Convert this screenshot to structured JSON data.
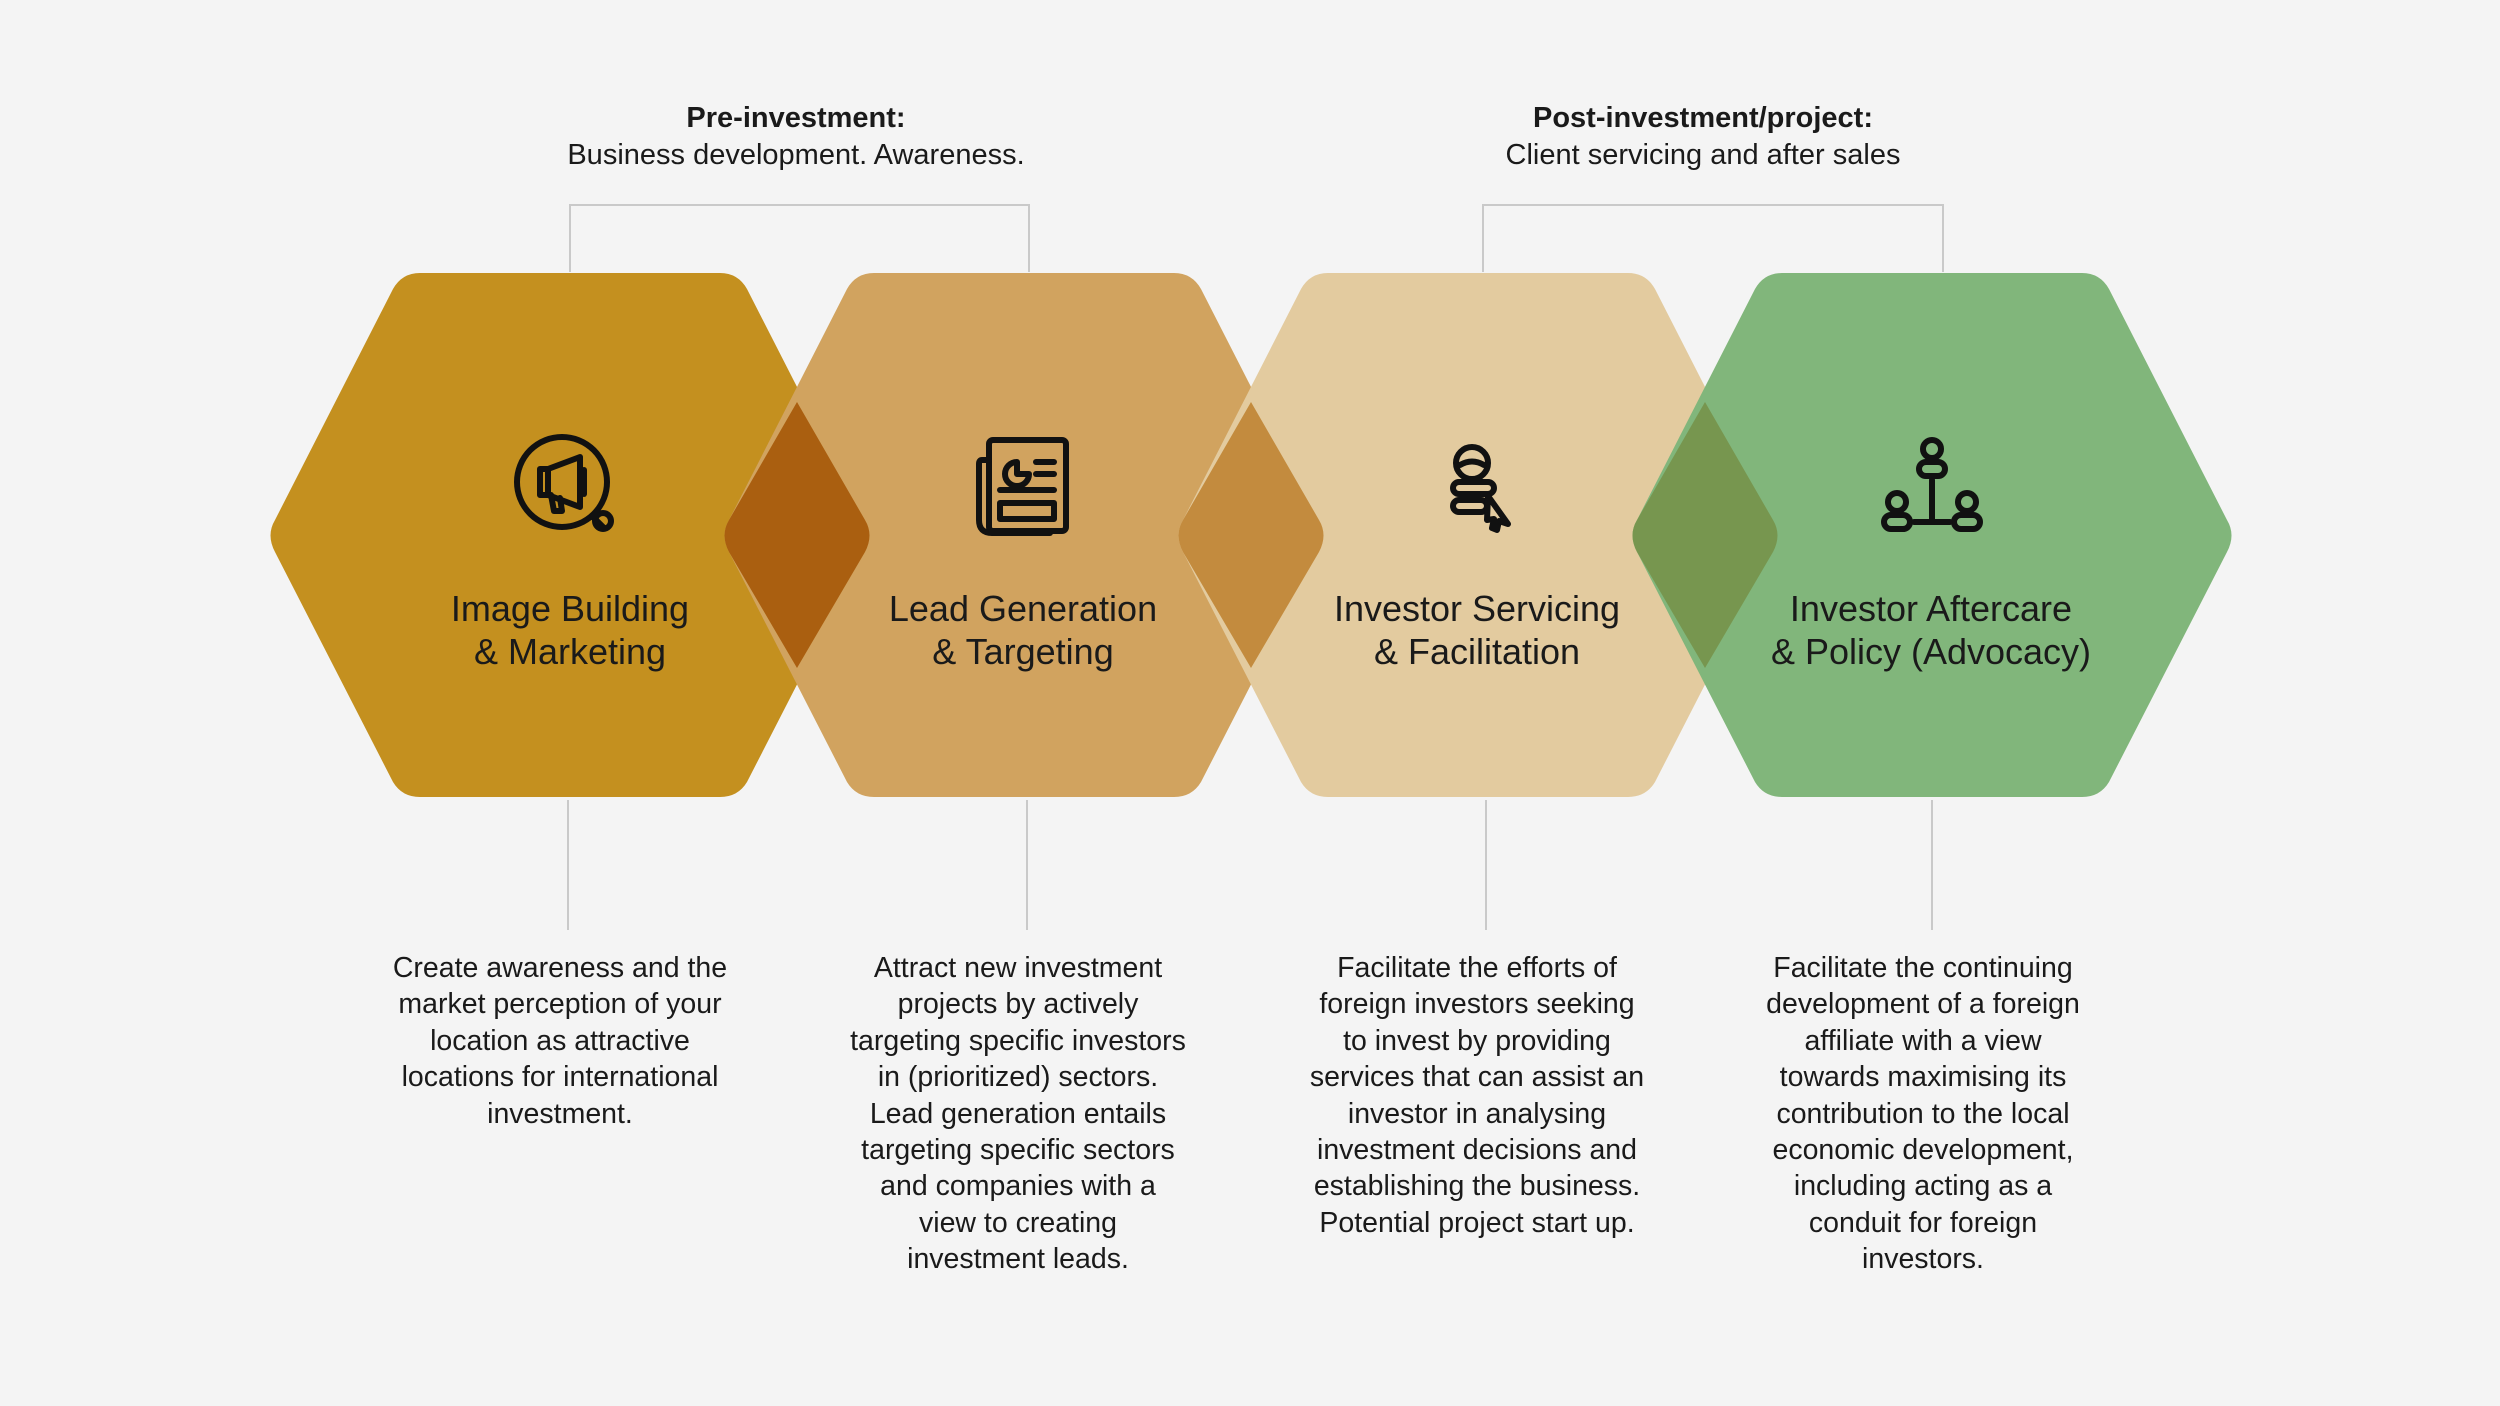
{
  "groups": {
    "pre": {
      "title": "Pre-investment:",
      "subtitle": "Business development. Awareness."
    },
    "post": {
      "title": "Post-investment/project:",
      "subtitle": "Client servicing and after sales"
    }
  },
  "stages": [
    {
      "title_line1": "Image Building",
      "title_line2": "& Marketing",
      "description": "Create awareness and the\nmarket perception of your\nlocation as attractive\nlocations for international\ninvestment.",
      "icon": "megaphone-icon",
      "color": "#c4901f"
    },
    {
      "title_line1": "Lead Generation",
      "title_line2": "& Targeting",
      "description": "Attract new investment\nprojects by actively\ntargeting specific investors\nin (prioritized) sectors.\nLead generation entails\ntargeting specific sectors\nand companies with a\nview to creating\ninvestment leads.",
      "icon": "report-document-icon",
      "color": "#d1a35f"
    },
    {
      "title_line1": "Investor Servicing",
      "title_line2": "& Facilitation",
      "description": "Facilitate the efforts of\nforeign investors seeking\nto invest by providing\nservices that can assist an\ninvestor in analysing\ninvestment decisions and\nestablishing the business.\nPotential project start up.",
      "icon": "investor-cursor-icon",
      "color": "#e3cb9f"
    },
    {
      "title_line1": "Investor Aftercare",
      "title_line2": "& Policy (Advocacy)",
      "description": "Facilitate the continuing\ndevelopment of a foreign\naffiliate with a view\ntowards maximising its\ncontribution to the local\neconomic development,\nincluding acting as a\nconduit for foreign\ninvestors.",
      "icon": "network-people-icon",
      "color": "#81b67b"
    }
  ],
  "overlap_colors": [
    "#aa5f10",
    "#c38b3e",
    "#77964f"
  ],
  "connector_color": "#c9c9c9"
}
